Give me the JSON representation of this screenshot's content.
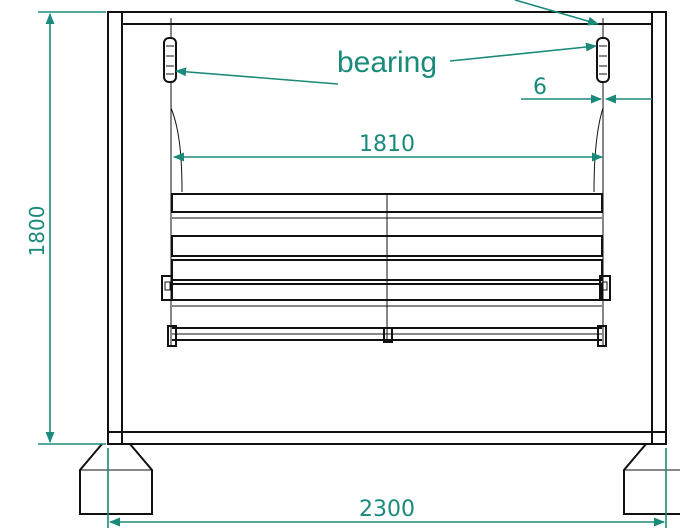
{
  "labels": {
    "bearing": "bearing",
    "dim_height": "1800",
    "dim_width": "2300",
    "dim_inner": "1810",
    "dim_gap": "6"
  },
  "colors": {
    "outline": "#111111",
    "dimension": "#1a8a7a",
    "background": "#ffffff"
  }
}
